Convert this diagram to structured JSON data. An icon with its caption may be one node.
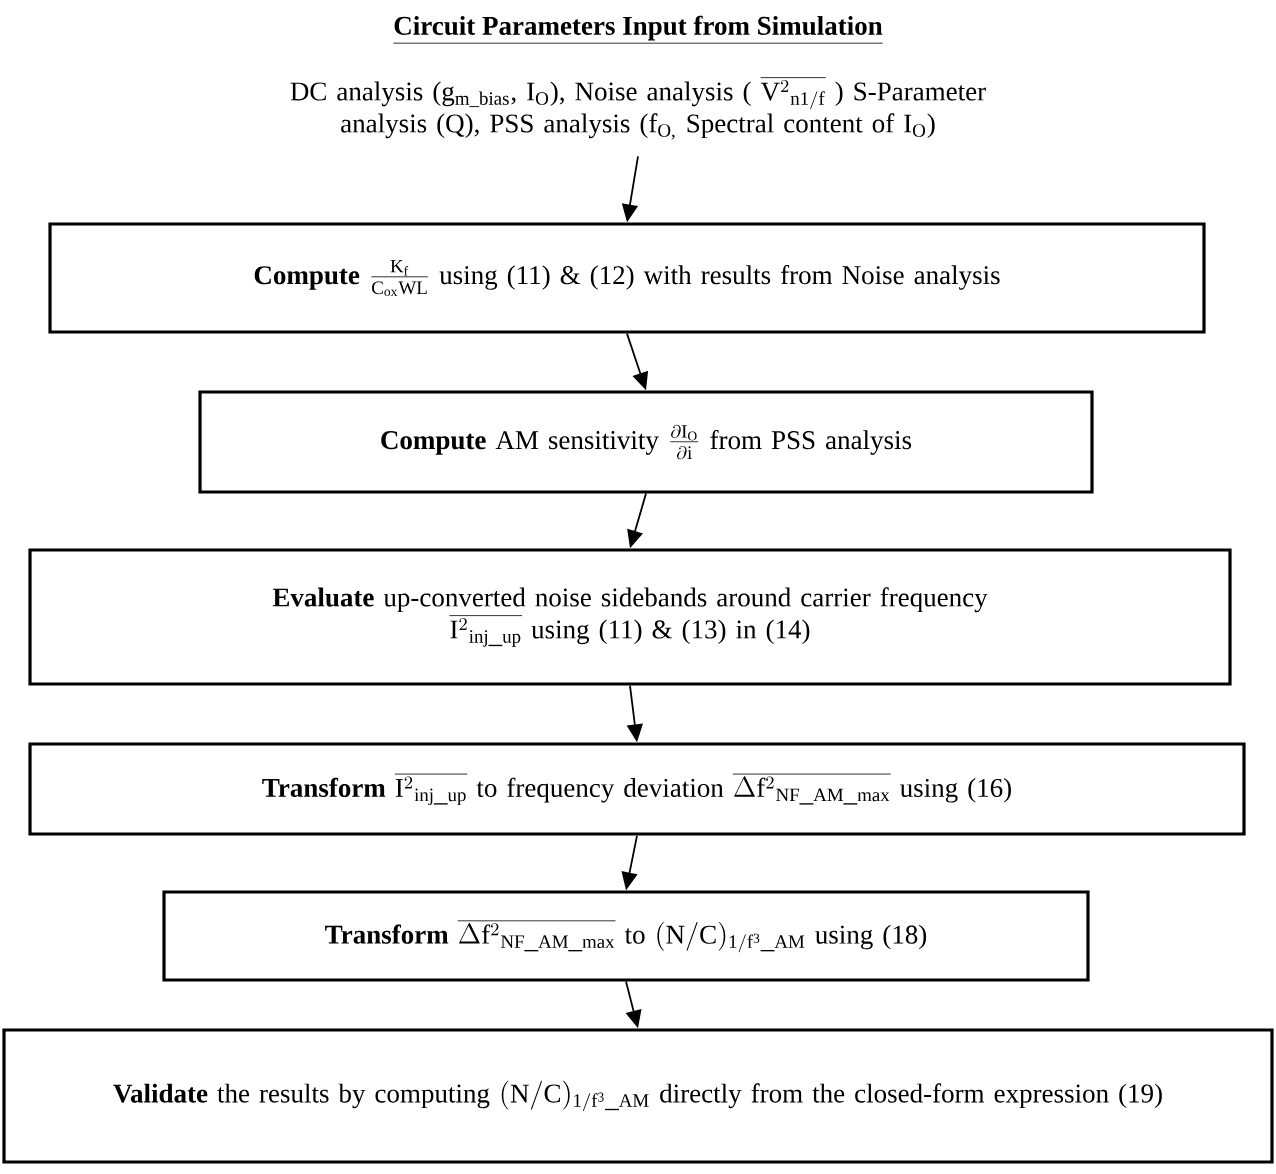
{
  "diagram": {
    "title": "Circuit Parameters Input from Simulation",
    "nodes": [
      {
        "text": [
          "DC analysis (g$_{m_bias}$, I$_{O}$), Noise analysis (",
          "\\overline{\\mathrm{V}^{2}{}_{\\mathrm{n1/f}}}",
          ") S-Parameter analysis (Q), PSS analysis (f$_{O,}$ Spectral content of I$_{O}$)"
        ]
      },
      {
        "text": [
          "**Compute**",
          "\\frac{\\mathrm{K_f}}{\\mathrm{C_{ox}WL}}",
          "using (11) & (12) with results from Noise analysis"
        ]
      },
      {
        "text": [
          "**Compute** AM sensitivity",
          "\\frac{\\partial \\mathrm{I_O}}{\\partial \\mathrm{i}}",
          "from PSS analysis"
        ]
      },
      {
        "text": [
          "**Evaluate** up-converted noise sidebands around carrier frequency",
          "\\overline{\\mathrm{I}^{2}{}_{\\mathrm{inj\\_up}}}",
          "using (11) & (13) in (14)"
        ]
      },
      {
        "text": [
          "**Transform**",
          "\\overline{\\mathrm{I}^{2}{}_{\\mathrm{inj\\_up}}}",
          "to frequency deviation",
          "\\overline{\\Delta\\mathrm{f}^{2}{}_{\\mathrm{NF\\_AM\\_max}}}",
          "using (16)"
        ]
      },
      {
        "text": [
          "**Transform**",
          "\\overline{\\Delta\\mathrm{f}^{2}{}_{\\mathrm{NF\\_AM\\_max}}}",
          "to",
          "(\\mathrm{N/C})_{\\mathrm{1/f^3\\_AM}}",
          "using (18)"
        ]
      },
      {
        "text": [
          "**Validate** the results by computing",
          "(\\mathrm{N/C})_{\\mathrm{1/f^3\\_AM}}",
          "directly from the closed-form expression (19)"
        ]
      }
    ],
    "edges": [
      {
        "from": 0,
        "to": 1,
        "arrow": "to"
      },
      {
        "from": 1,
        "to": 2,
        "arrow": "to"
      },
      {
        "from": 2,
        "to": 3,
        "arrow": "to"
      },
      {
        "from": 3,
        "to": 4,
        "arrow": "to"
      },
      {
        "from": 4,
        "to": 5,
        "arrow": "to"
      },
      {
        "from": 5,
        "to": 6,
        "arrow": "to"
      }
    ]
  }
}
